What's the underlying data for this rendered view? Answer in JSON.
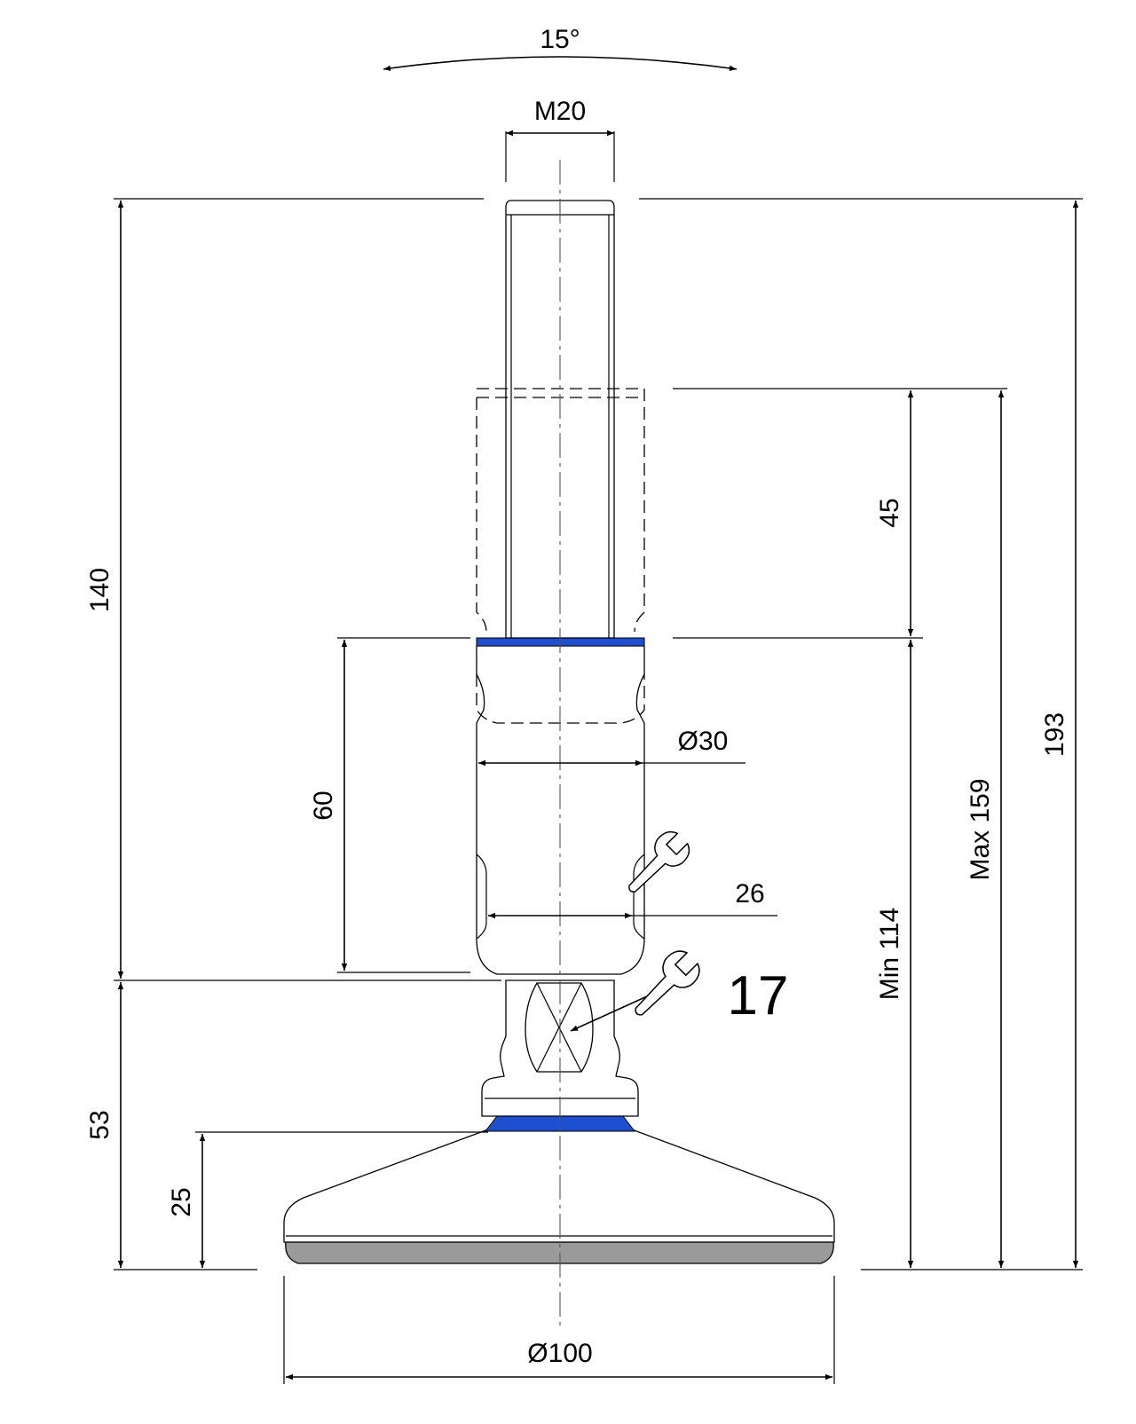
{
  "dimensions": {
    "tilt": "15°",
    "thread": "M20",
    "shaft_length": "140",
    "adjust_stroke": "45",
    "body_height": "60",
    "body_diameter": "Ø30",
    "wrench_body": "26",
    "total_height": "193",
    "max_height": "Max 159",
    "min_height": "Min 114",
    "wrench_joint": "17",
    "base_height": "53",
    "foot_height": "25",
    "base_diameter": "Ø100"
  },
  "colors": {
    "seal_blue": "#1f4fd1",
    "pad_gray": "#9a9a9a",
    "icon": "wrench-icon"
  }
}
